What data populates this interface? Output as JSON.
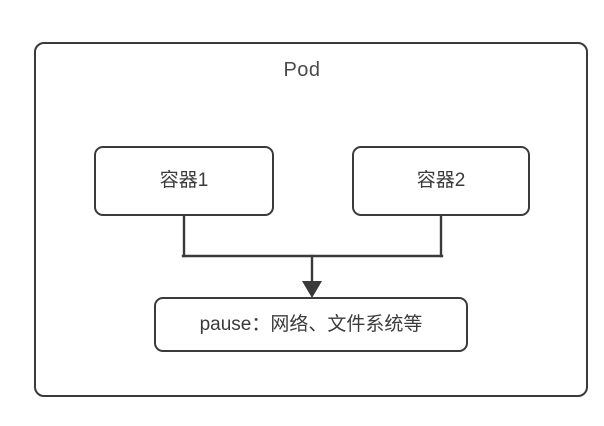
{
  "diagram": {
    "title": "Pod",
    "pod": {
      "label": "Pod"
    },
    "containers": [
      {
        "label": "容器1",
        "name": "container-1"
      },
      {
        "label": "容器2",
        "name": "container-2"
      }
    ],
    "pause": {
      "label": "pause：网络、文件系统等"
    },
    "connector": {
      "kind": "merge-arrow-down",
      "from": [
        "容器1",
        "容器2"
      ],
      "to": "pause：网络、文件系统等"
    },
    "colors": {
      "background": "#ffffff",
      "border": "#3a3a3a",
      "text": "#3b3b3b",
      "connector": "#3a3a3a"
    }
  }
}
